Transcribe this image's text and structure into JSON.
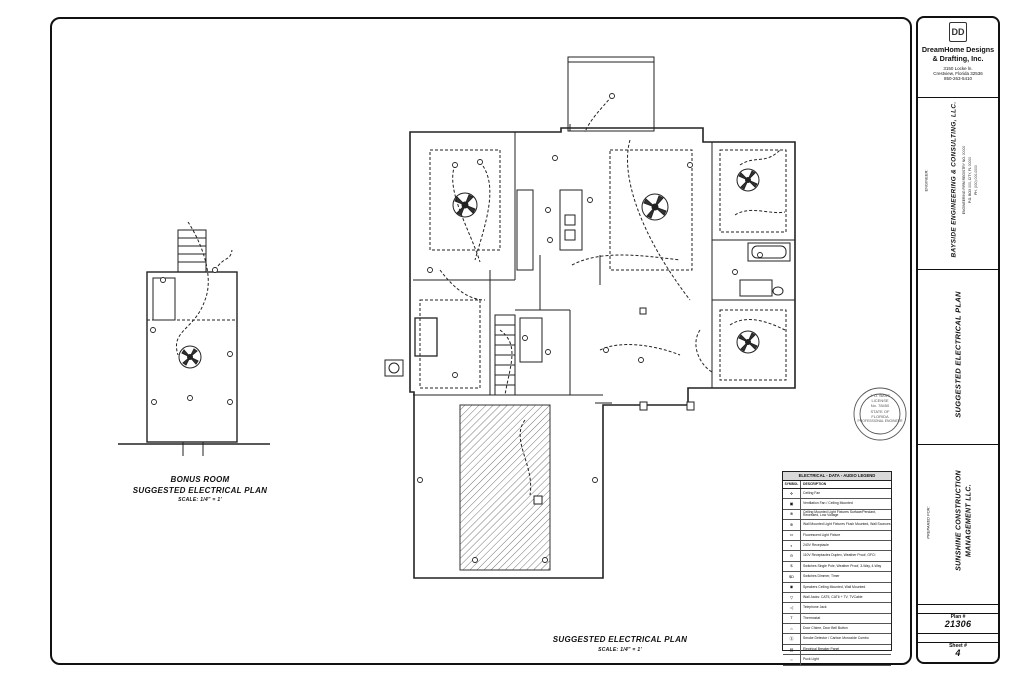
{
  "title_block": {
    "logo_letters": "DD",
    "company_line1": "DreamHome Designs",
    "company_line2": "& Drafting, Inc.",
    "address_line1": "3150 Locke ln.",
    "address_line2": "Crestview, Florida 32536",
    "phone": "850-263-5410",
    "engineer_label": "ENGINEER:",
    "engineer_name": "BAYSIDE ENGINEERING & CONSULTING, LLC.",
    "engineer_detail1": "ENGINEERING FIRM REGISTRY NO. 00000",
    "engineer_detail2": "P.O. BOX 000, CITY, FL 00000",
    "engineer_detail3": "PH. (000) 000-0000",
    "sheet_title": "SUGGESTED ELECTRICAL PLAN",
    "prepared_label": "PREPARED FOR:",
    "client_line1": "SUNSHINE CONSTRUCTION",
    "client_line2": "MANAGEMENT LLC.",
    "plan_label": "Plan #",
    "plan_number": "21306",
    "sheet_label": "Sheet #",
    "sheet_number": "4"
  },
  "bonus_room": {
    "title_line1": "BONUS ROOM",
    "title_line2": "SUGGESTED ELECTRICAL PLAN",
    "scale": "SCALE: 1/4\" = 1'"
  },
  "main_plan": {
    "title": "SUGGESTED ELECTRICAL PLAN",
    "scale": "SCALE: 1/4\" = 1'"
  },
  "seal": {
    "name": "J. D. BASS",
    "license": "LICENSE",
    "number": "No. 78450",
    "state": "STATE OF",
    "state_name": "FLORIDA",
    "ring": "PROFESSIONAL ENGINEER"
  },
  "legend": {
    "title": "ELECTRICAL - DATA - AUDIO LEGEND",
    "col_symbol": "SYMBOL",
    "col_description": "DESCRIPTION",
    "items": [
      {
        "symbol": "✢",
        "desc": "Ceiling Fan"
      },
      {
        "symbol": "▣",
        "desc": "Ventilation Fan / Ceiling Mounted"
      },
      {
        "symbol": "⊗",
        "desc": "Ceiling Mounted Light Fixtures Surface/Pendant, Recessed, Low Voltage"
      },
      {
        "symbol": "⊕",
        "desc": "Wall Mounted Light Fixtures Flush Mounted, Wall Sconces"
      },
      {
        "symbol": "▭",
        "desc": "Fluorescent Light Fixture"
      },
      {
        "symbol": "◐",
        "desc": "240V Receptacle"
      },
      {
        "symbol": "⊖",
        "desc": "110V Receptacles Duplex, Weather Proof, GFCI"
      },
      {
        "symbol": "$",
        "desc": "Switches Single Pole, Weather Proof, 3-Way, 4-Way"
      },
      {
        "symbol": "$D",
        "desc": "Switches Dimmer, Timer"
      },
      {
        "symbol": "◉",
        "desc": "Speakers Ceiling Mounted, Wall Mounted"
      },
      {
        "symbol": "▽",
        "desc": "Wall Jacks: CAT5, CAT6 + TV, TVCable"
      },
      {
        "symbol": "◁",
        "desc": "Telephone Jack"
      },
      {
        "symbol": "T",
        "desc": "Thermostat"
      },
      {
        "symbol": "⌂",
        "desc": "Door Chime, Door Bell Button"
      },
      {
        "symbol": "Ⓢ",
        "desc": "Smoke Detector / Carbon Monoxide Combo"
      },
      {
        "symbol": "▤",
        "desc": "Electrical Breaker Panel"
      },
      {
        "symbol": "○",
        "desc": "Puck Light"
      }
    ]
  }
}
